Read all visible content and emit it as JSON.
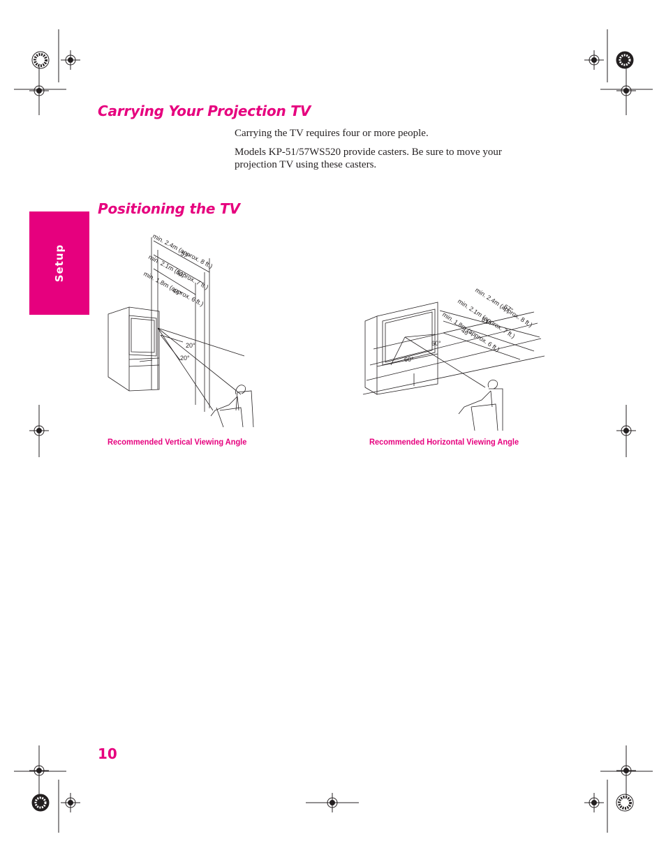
{
  "carrying": {
    "heading": "Carrying Your Projection TV",
    "para1": "Carrying the TV requires four or more people.",
    "para2_line1": "Models KP-51/57WS520 provide casters. Be sure to move your",
    "para2_line2": "projection TV using these casters."
  },
  "positioning": {
    "heading": "Positioning the TV"
  },
  "side_tab": {
    "label": "Setup"
  },
  "vertical_diagram": {
    "caption": "Recommended Vertical Viewing Angle",
    "dist_24": "min. 2.4m (approx. 8 ft.)",
    "size_57": "57\"",
    "dist_21": "min. 2.1m (approx. 7 ft.)",
    "size_51": "51\"",
    "dist_18": "min. 1.8m (approx. 6 ft.)",
    "size_46": "46\"",
    "angle_top": "20°",
    "angle_bottom": "20°"
  },
  "horizontal_diagram": {
    "caption": "Recommended Horizontal Viewing Angle",
    "dist_24": "min. 2.4m (approx. 8 ft.)",
    "size_57": "57\"",
    "dist_21": "min. 2.1m (approx. 7 ft.)",
    "size_51": "51\"",
    "dist_18": "min. 1.8m (approx. 6 ft.)",
    "size_46": "46\"",
    "angle_right": "60°",
    "angle_left": "60°"
  },
  "page_number": "10",
  "colors": {
    "accent": "#e6007e",
    "text": "#231f20"
  }
}
